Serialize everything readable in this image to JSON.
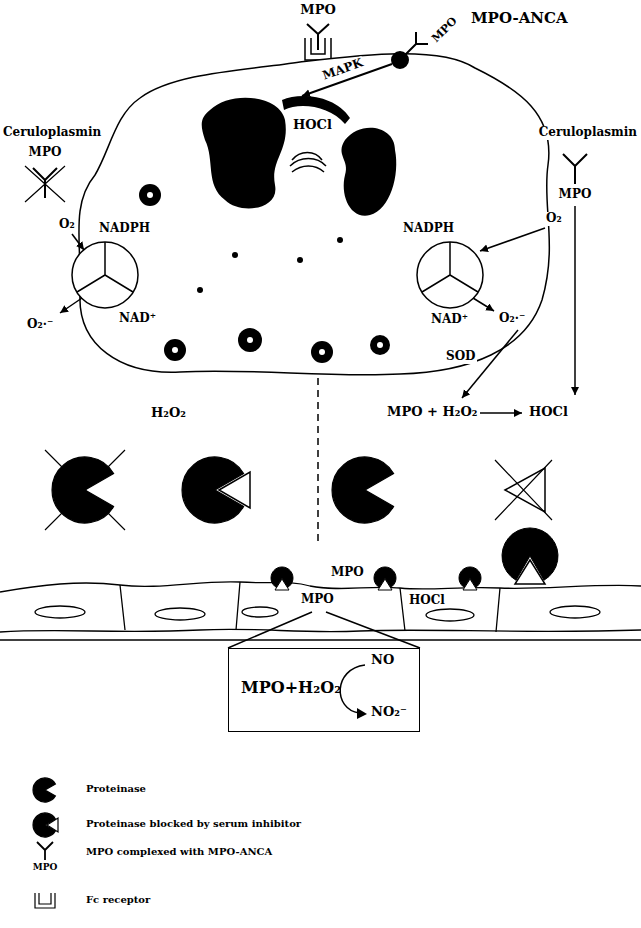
{
  "diagram": {
    "nodes": [
      {
        "text": [
          "MPO+H₂O₂",
          "NO",
          "NO₂⁻"
        ]
      }
    ],
    "labels": [
      "MPO-ANCA",
      "MPO",
      "Ceruloplasmin",
      "MPO",
      "Ceruloplasmin",
      "MPO",
      "MAPK",
      "MPO",
      "HOCl",
      "O₂",
      "NADPH",
      "NAD⁺",
      "O₂·⁻",
      "NADPH",
      "O₂",
      "NAD⁺",
      "O₂·⁻",
      "SOD",
      "H₂O₂",
      "MPO + H₂O₂",
      "HOCl",
      "MPO",
      "MPO",
      "HOCl",
      "MPO"
    ],
    "legend": [
      {
        "text": "Proteinase"
      },
      {
        "text": "Proteinase blocked by serum inhibitor"
      },
      {
        "text": "MPO complexed with MPO-ANCA"
      },
      {
        "text": "Fc receptor"
      }
    ]
  }
}
